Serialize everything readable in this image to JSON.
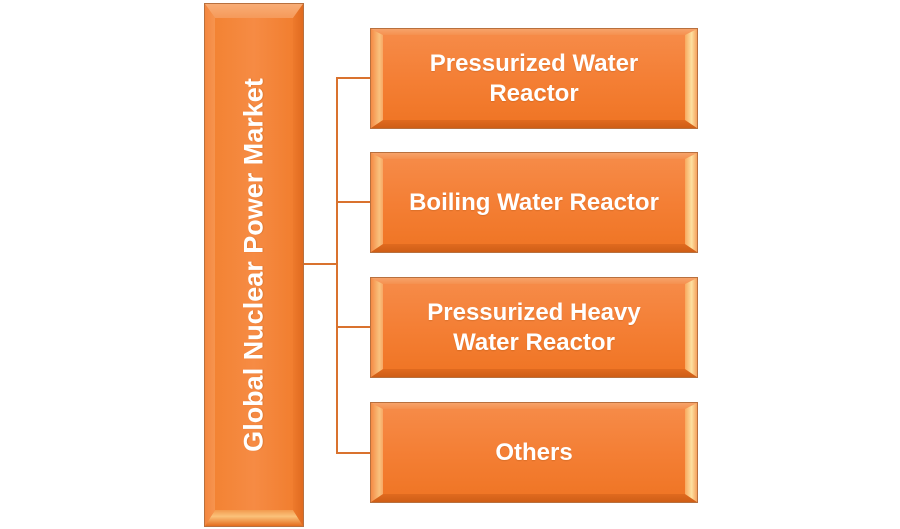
{
  "diagram": {
    "type": "hierarchy",
    "root": {
      "label": "Global Nuclear Power Market"
    },
    "children": [
      {
        "label": "Pressurized Water Reactor"
      },
      {
        "label": "Boiling Water Reactor"
      },
      {
        "label": "Pressurized Heavy Water Reactor"
      },
      {
        "label": "Others"
      }
    ],
    "colors": {
      "box_fill": "#f47f35",
      "connector": "#d9722e",
      "text": "#ffffff"
    }
  }
}
